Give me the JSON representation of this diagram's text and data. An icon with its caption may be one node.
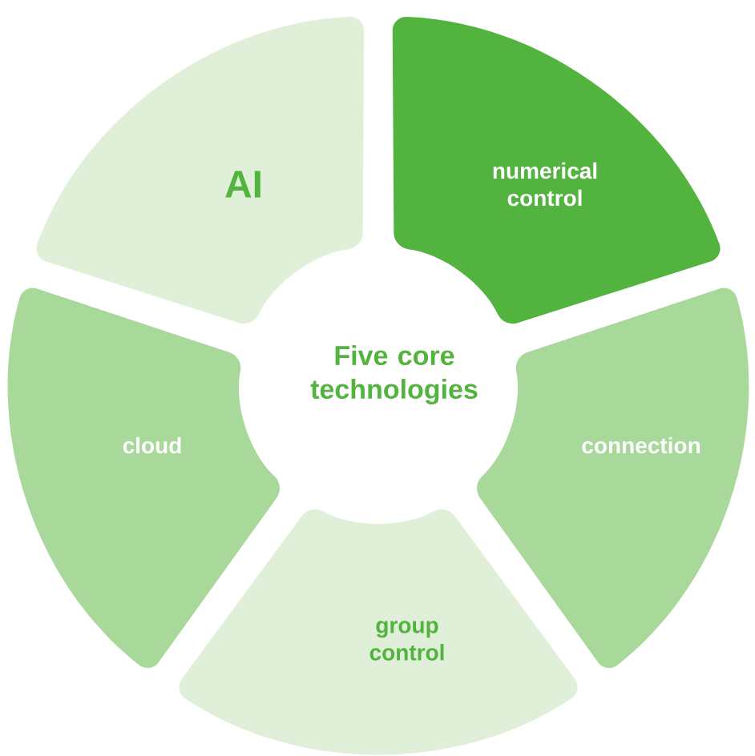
{
  "diagram": {
    "nodes": [
      {
        "text": [
          "AI"
        ]
      },
      {
        "text": [
          "numerical control"
        ]
      },
      {
        "text": [
          "Five core technologies"
        ]
      },
      {
        "text": [
          "cloud"
        ]
      },
      {
        "text": [
          "connection"
        ]
      },
      {
        "text": [
          "group control"
        ]
      }
    ]
  }
}
